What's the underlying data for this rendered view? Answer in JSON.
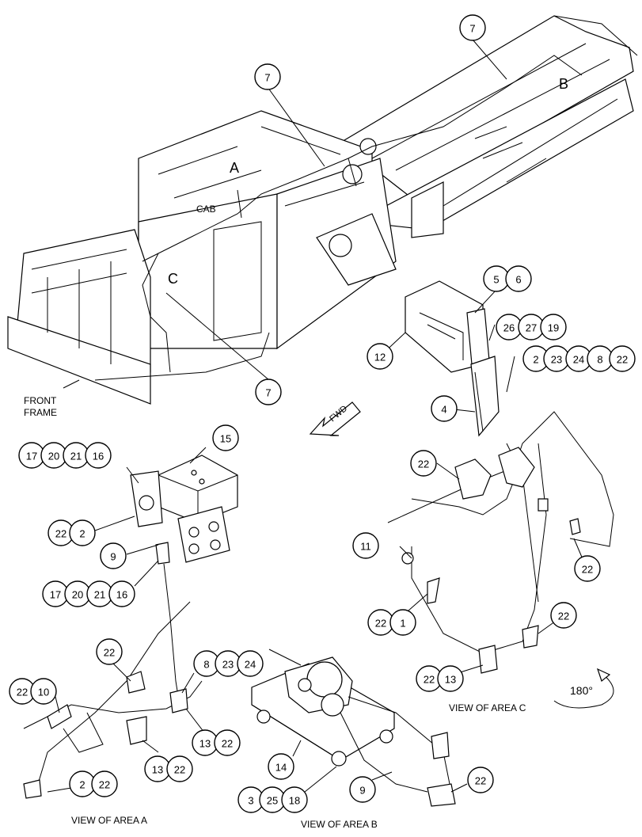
{
  "labels": {
    "cab": "CAB",
    "front_frame_line1": "FRONT",
    "front_frame_line2": "FRAME",
    "area_a": "A",
    "area_b": "B",
    "area_c": "C",
    "fwd": "FWD",
    "rotation": "180°",
    "view_a": "VIEW OF AREA A",
    "view_b": "VIEW OF AREA B",
    "view_c": "VIEW OF AREA C"
  },
  "callouts": {
    "c7a": "7",
    "c7b": "7",
    "c7c": "7",
    "c5": "5",
    "c6": "6",
    "c12": "12",
    "c26": "26",
    "c27": "27",
    "c19": "19",
    "c2a": "2",
    "c23a": "23",
    "c24a": "24",
    "c8a": "8",
    "c22a": "22",
    "c4": "4",
    "c22b": "22",
    "c17a": "17",
    "c20a": "20",
    "c21a": "21",
    "c16a": "16",
    "c15": "15",
    "c22c": "22",
    "c2b": "2",
    "c9a": "9",
    "c17b": "17",
    "c20b": "20",
    "c21b": "21",
    "c16b": "16",
    "c11": "11",
    "c22d": "22",
    "c22e": "22",
    "c1": "1",
    "c22f": "22",
    "c22g": "22",
    "c13a": "13",
    "c22h": "22",
    "c8b": "8",
    "c23b": "23",
    "c24b": "24",
    "c22i": "22",
    "c10": "10",
    "c13b": "13",
    "c22j": "22",
    "c13c": "13",
    "c22k": "22",
    "c14": "14",
    "c2c": "2",
    "c22l": "22",
    "c3": "3",
    "c25": "25",
    "c18": "18",
    "c9b": "9",
    "c22m": "22"
  },
  "colors": {
    "ink": "#000000",
    "paper": "#ffffff"
  }
}
